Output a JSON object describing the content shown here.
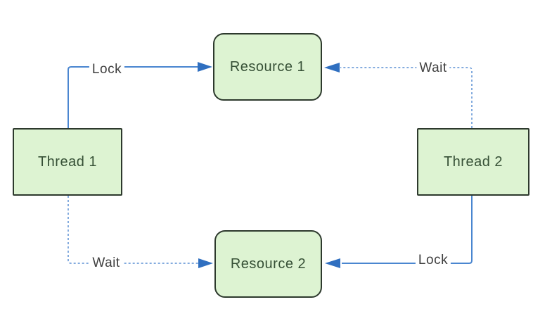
{
  "diagram": {
    "type": "deadlock-diagram",
    "nodes": {
      "thread1": {
        "label": "Thread 1",
        "shape": "rectangle"
      },
      "thread2": {
        "label": "Thread 2",
        "shape": "rectangle"
      },
      "resource1": {
        "label": "Resource 1",
        "shape": "rounded-rectangle"
      },
      "resource2": {
        "label": "Resource 2",
        "shape": "rounded-rectangle"
      }
    },
    "edges": [
      {
        "from": "Thread 1",
        "to": "Resource 1",
        "label": "Lock",
        "style": "solid"
      },
      {
        "from": "Thread 2",
        "to": "Resource 1",
        "label": "Wait",
        "style": "dashed"
      },
      {
        "from": "Thread 1",
        "to": "Resource 2",
        "label": "Wait",
        "style": "dashed"
      },
      {
        "from": "Thread 2",
        "to": "Resource 2",
        "label": "Lock",
        "style": "solid"
      }
    ],
    "colors": {
      "background": "#ffffff",
      "node_fill": "#ddf3d2",
      "node_border": "#2d392d",
      "node_text": "#365036",
      "edge_solid": "#4a86d0",
      "edge_dashed": "#5a8fd4",
      "arrow_fill": "#2f6fc0",
      "edge_label_text": "#3f3f3f"
    }
  }
}
